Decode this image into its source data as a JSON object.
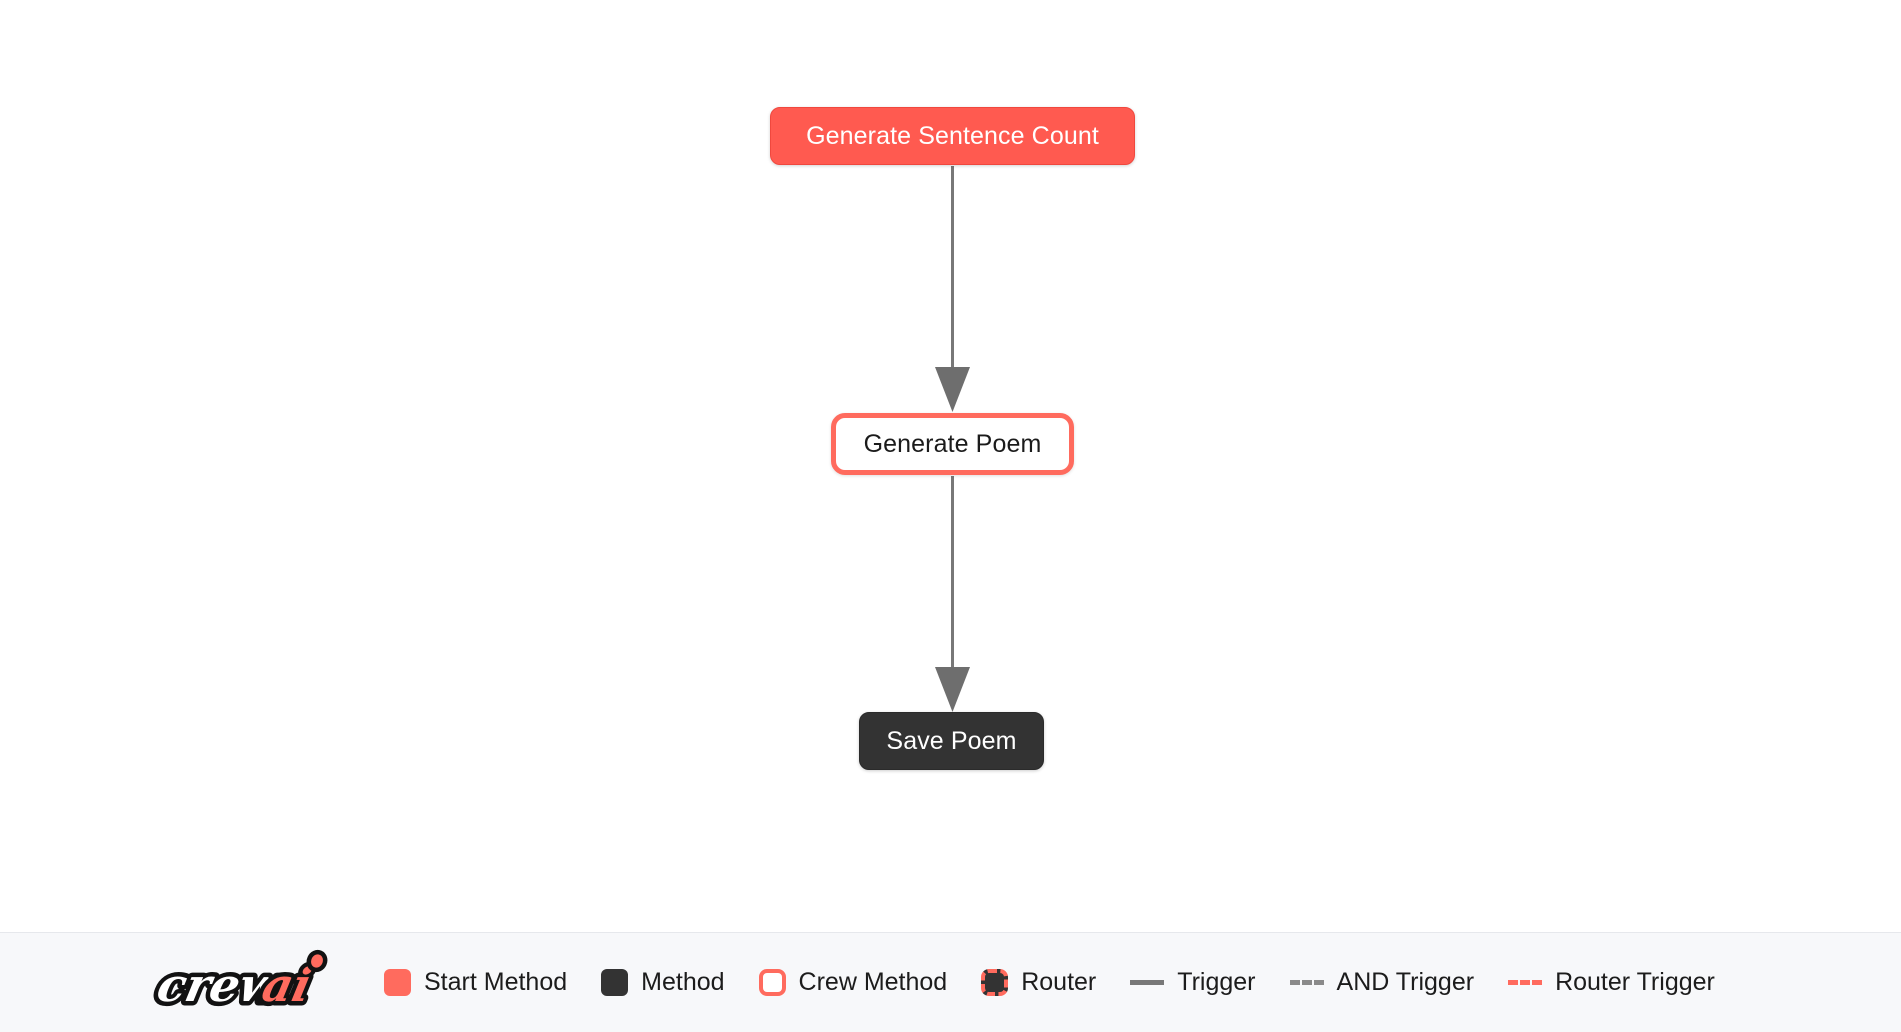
{
  "canvas": {
    "background": "#ffffff",
    "nodes": [
      {
        "id": "generate-sentence-count",
        "label": "Generate Sentence Count",
        "type": "start-method",
        "color": "#ff5a50",
        "text_color": "#ffffff"
      },
      {
        "id": "generate-poem",
        "label": "Generate Poem",
        "type": "crew-method",
        "color": "#ffffff",
        "border_color": "#ff6b5e",
        "text_color": "#1b1b1b"
      },
      {
        "id": "save-poem",
        "label": "Save Poem",
        "type": "method",
        "color": "#333333",
        "text_color": "#ffffff"
      }
    ],
    "edges": [
      {
        "from": "generate-sentence-count",
        "to": "generate-poem",
        "type": "trigger",
        "color": "#787878"
      },
      {
        "from": "generate-poem",
        "to": "save-poem",
        "type": "trigger",
        "color": "#787878"
      }
    ]
  },
  "legend": {
    "background": "#f7f8fa",
    "logo": {
      "name": "crewai-logo",
      "text_primary": "crew",
      "text_accent": "ai",
      "accent_color": "#ff6b5e"
    },
    "items": [
      {
        "key": "start-method",
        "label": "Start Method",
        "marker": "square",
        "color": "#ff6b5e"
      },
      {
        "key": "method",
        "label": "Method",
        "marker": "square",
        "color": "#333333"
      },
      {
        "key": "crew-method",
        "label": "Crew Method",
        "marker": "square-outline",
        "color": "#ffffff",
        "border_color": "#ff6b5e"
      },
      {
        "key": "router",
        "label": "Router",
        "marker": "square-dashed",
        "color": "#333333",
        "border_color": "#ff6b5e"
      },
      {
        "key": "trigger",
        "label": "Trigger",
        "marker": "line-solid",
        "color": "#787878"
      },
      {
        "key": "and-trigger",
        "label": "AND Trigger",
        "marker": "line-dashed",
        "color": "#8a8a8a"
      },
      {
        "key": "router-trigger",
        "label": "Router Trigger",
        "marker": "line-dashed",
        "color": "#ff6b5e"
      }
    ]
  }
}
